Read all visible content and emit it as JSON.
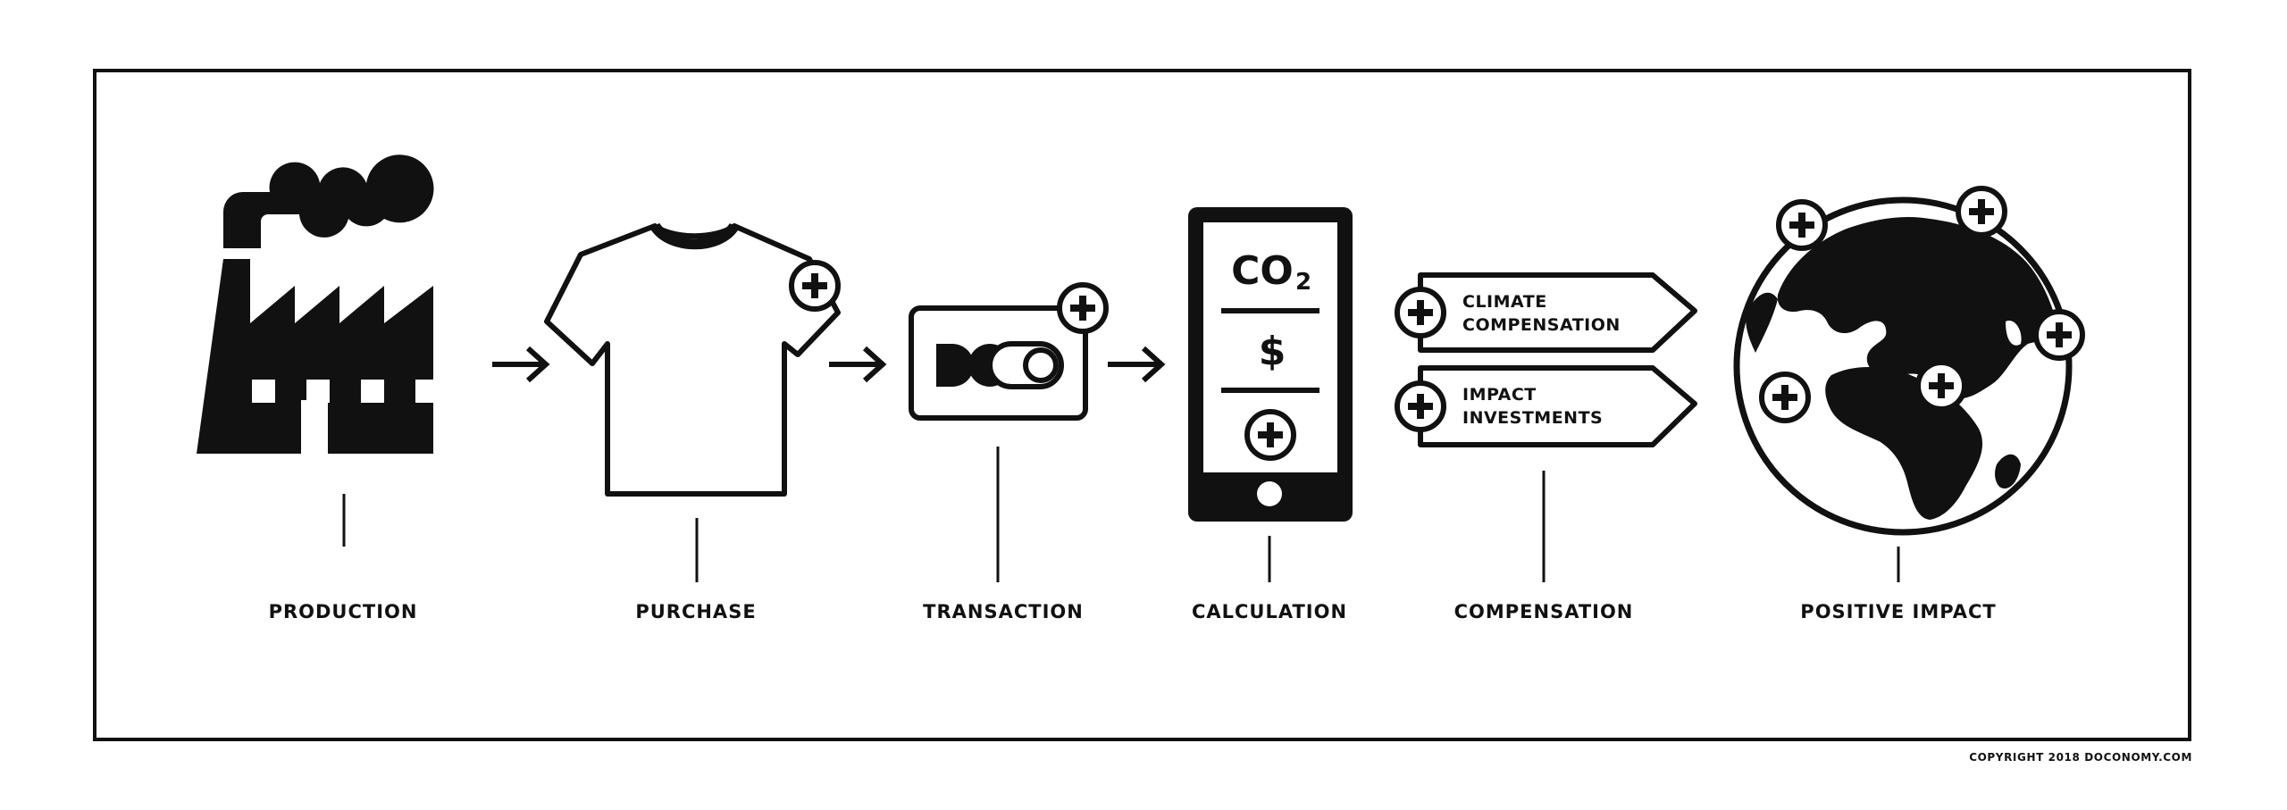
{
  "stages": [
    {
      "label": "PRODUCTION",
      "icon": "factory-icon"
    },
    {
      "label": "PURCHASE",
      "icon": "tshirt-icon"
    },
    {
      "label": "TRANSACTION",
      "icon": "card-icon"
    },
    {
      "label": "CALCULATION",
      "icon": "phone-icon"
    },
    {
      "label": "COMPENSATION",
      "icon": "signpost-icon"
    },
    {
      "label": "POSITIVE IMPACT",
      "icon": "globe-icon"
    }
  ],
  "phone": {
    "co2": "CO",
    "co2_sub": "2",
    "currency": "$"
  },
  "compensation": {
    "climate_line1": "CLIMATE",
    "climate_line2": "COMPENSATION",
    "impact_line1": "IMPACT",
    "impact_line2": "INVESTMENTS"
  },
  "copyright": "COPYRIGHT 2018 DOCONOMY.COM",
  "colors": {
    "ink": "#111111",
    "paper": "#ffffff"
  }
}
